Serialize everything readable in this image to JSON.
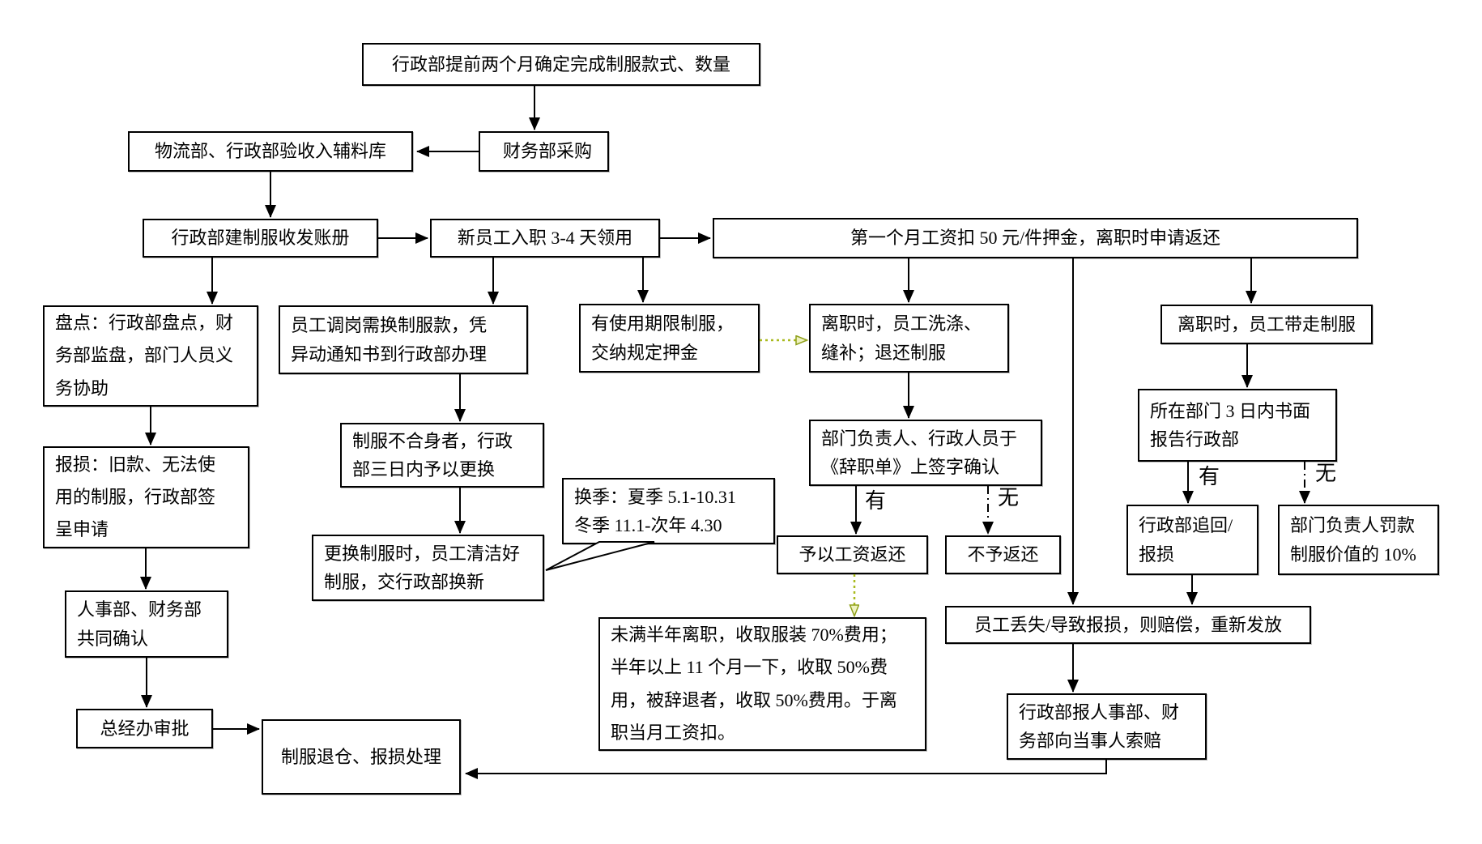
{
  "diagram": {
    "type": "flowchart",
    "language": "zh-CN",
    "colors": {
      "line": "#000000",
      "accent_arrow": "#a9ba1e",
      "background": "#ffffff"
    }
  },
  "nodes": {
    "determine": "行政部提前两个月确定完成制服款式、数量",
    "purchase": "财务部采购",
    "warehouse": "物流部、行政部验收入辅料库",
    "ledger": "行政部建制服收发账册",
    "new_employee": "新员工入职 3-4 天领用",
    "deposit": "第一个月工资扣 50 元/件押金，离职时申请返还",
    "inventory": "盘点：行政部盘点，财\n务部监盘，部门人员义\n务协助",
    "transfer": "员工调岗需换制服款，凭\n异动通知书到行政部办理",
    "term_uniform": "有使用期限制服，\n交纳规定押金",
    "wash": "离职时，员工洗涤、\n缝补；退还制服",
    "takeaway": "离职时，员工带走制服",
    "damage_report": "报损：旧款、无法使\n用的制服，行政部签\n呈申请",
    "unfit": "制服不合身者，行政\n部三日内予以更换",
    "season": "换季：夏季 5.1-10.31\n冬季 11.1-次年 4.30",
    "sign_confirm": "部门负责人、行政人员于\n《辞职单》上签字确认",
    "report_3days": "所在部门 3 日内书面\n报告行政部",
    "clean": "更换制服时，员工清洁好\n制服，交行政部换新",
    "salary_return": "予以工资返还",
    "no_return": "不予返还",
    "admin_recover": "行政部追回/\n报损",
    "manager_fine": "部门负责人罚款\n制服价值的 10%",
    "lost": "员工丢失/导致报损，则赔偿，重新发放",
    "fee": "未满半年离职，收取服装 70%费用；\n半年以上 11 个月一下，收取 50%费\n用，被辞退者，收取 50%费用。于离\n职当月工资扣。",
    "claim": "行政部报人事部、财\n务部向当事人索赔",
    "hr_confirm": "人事部、财务部\n共同确认",
    "gm_approve": "总经办审批",
    "return_warehouse": "制服退仓、报损处理"
  },
  "labels": {
    "yes": "有",
    "no": "无"
  }
}
